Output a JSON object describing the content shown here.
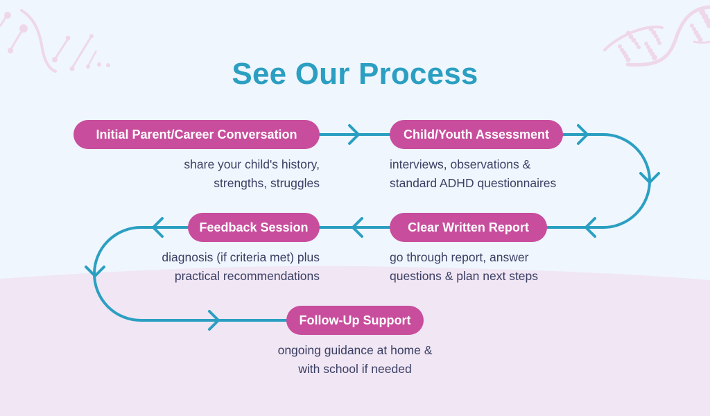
{
  "title": "See Our Process",
  "colors": {
    "background": "#eff6fe",
    "lower_band": "#f0e6f4",
    "title": "#2b9fc1",
    "pill": "#c84d9c",
    "pill_text": "#ffffff",
    "connector": "#2b9fc1",
    "description_text": "#3b3f63",
    "decoration": "#efd7ea"
  },
  "steps": [
    {
      "order": 1,
      "label": "Initial Parent/Career Conversation",
      "description": [
        "share your child's history,",
        "strengths, struggles"
      ]
    },
    {
      "order": 2,
      "label": "Child/Youth Assessment",
      "description": [
        "interviews, observations &",
        "standard ADHD questionnaires"
      ]
    },
    {
      "order": 3,
      "label": "Clear Written Report",
      "description": [
        "go through report, answer",
        "questions & plan next steps"
      ]
    },
    {
      "order": 4,
      "label": "Feedback Session",
      "description": [
        "diagnosis (if criteria met) plus",
        "practical recommendations"
      ]
    },
    {
      "order": 5,
      "label": "Follow-Up Support",
      "description": [
        "ongoing guidance at home &",
        "with school if needed"
      ]
    }
  ],
  "decorations": [
    "dna-strand-icon",
    "dna-helix-icon"
  ]
}
